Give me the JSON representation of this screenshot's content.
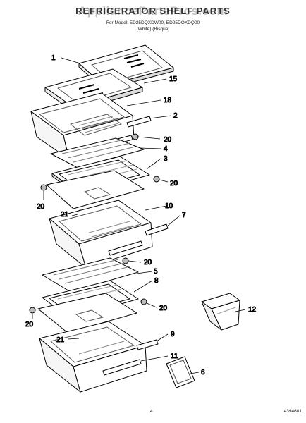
{
  "header": {
    "title": "REFRIGERATOR SHELF PARTS",
    "watermark": "AppliancePartsPros.com",
    "model_line": "For Model: ED25DQXDW00, ED25DQXDQ00",
    "color_line": "(White)   (Bisque)"
  },
  "callouts": {
    "c1": "1",
    "c15": "15",
    "c18": "18",
    "c2": "2",
    "c20a": "20",
    "c4": "4",
    "c3": "3",
    "c20b": "20",
    "c20c": "20",
    "c21a": "21",
    "c10": "10",
    "c7": "7",
    "c20d": "20",
    "c5": "5",
    "c8": "8",
    "c20e": "20",
    "c20f": "20",
    "c12": "12",
    "c9": "9",
    "c21b": "21",
    "c11": "11",
    "c6": "6"
  },
  "footer": {
    "page_number": "4",
    "document_number": "4394601"
  }
}
